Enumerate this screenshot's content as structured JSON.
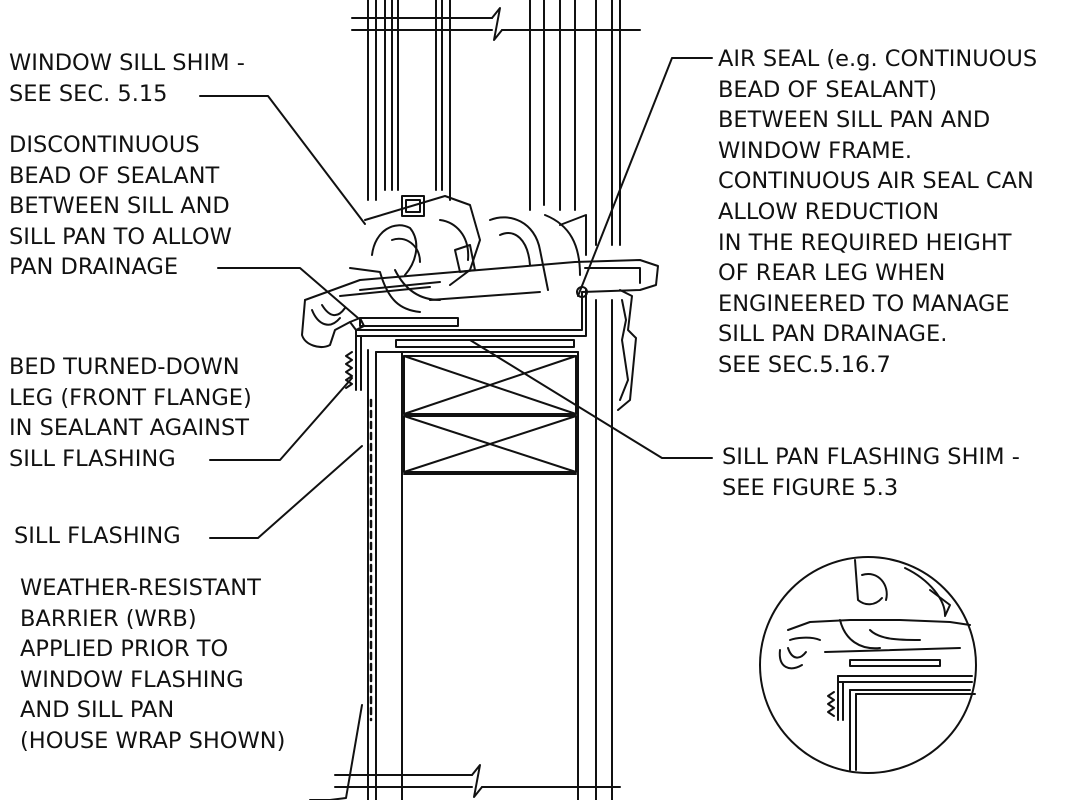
{
  "colors": {
    "ink": "#111111",
    "paper": "#ffffff"
  },
  "labels": {
    "window_sill_shim": [
      "WINDOW SILL SHIM -",
      "SEE SEC. 5.15"
    ],
    "discontinuous_bead": [
      "DISCONTINUOUS",
      "BEAD OF SEALANT",
      "BETWEEN SILL AND",
      "SILL PAN TO ALLOW",
      "PAN DRAINAGE"
    ],
    "bed_turned_down_leg": [
      "BED TURNED-DOWN",
      "LEG (FRONT FLANGE)",
      "IN SEALANT AGAINST",
      "SILL FLASHING"
    ],
    "sill_flashing": [
      "SILL FLASHING"
    ],
    "wrb": [
      "WEATHER-RESISTANT",
      "BARRIER (WRB)",
      "APPLIED PRIOR TO",
      "WINDOW FLASHING",
      "AND SILL PAN",
      "(HOUSE WRAP SHOWN)"
    ],
    "air_seal": [
      "AIR SEAL (e.g. CONTINUOUS",
      "BEAD OF SEALANT)",
      "BETWEEN SILL PAN AND",
      "WINDOW FRAME.",
      "CONTINUOUS AIR SEAL CAN",
      "ALLOW REDUCTION",
      "IN THE REQUIRED HEIGHT",
      "OF REAR LEG WHEN",
      "ENGINEERED TO MANAGE",
      "SILL PAN DRAINAGE.",
      "SEE SEC.5.16.7"
    ],
    "sill_pan_flashing_shim": [
      "SILL PAN FLASHING SHIM -",
      "SEE FIGURE 5.3"
    ]
  }
}
